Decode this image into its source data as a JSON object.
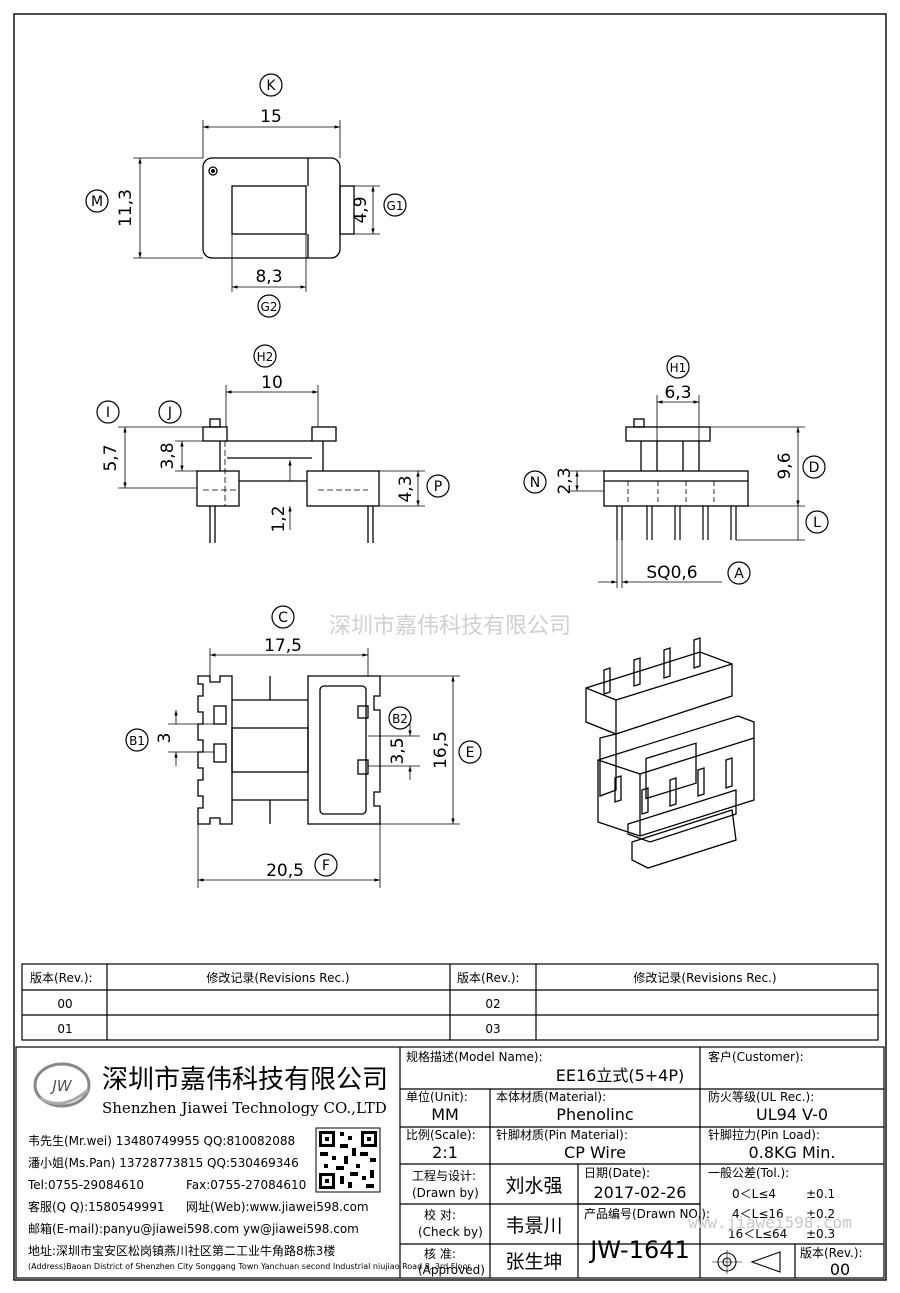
{
  "labels": {
    "K": "K",
    "M": "M",
    "G1": "G1",
    "G2": "G2",
    "H2": "H2",
    "H1": "H1",
    "I": "I",
    "J": "J",
    "P": "P",
    "N": "N",
    "D": "D",
    "L": "L",
    "A": "A",
    "C": "C",
    "B1": "B1",
    "B2": "B2",
    "E": "E",
    "F": "F"
  },
  "dims": {
    "k": "15",
    "m": "11,3",
    "g1": "4,9",
    "g2": "8,3",
    "h2": "10",
    "i": "5,7",
    "j": "3,8",
    "p": "4,3",
    "p2": "1,2",
    "h1": "6,3",
    "n": "2,3",
    "d": "9,6",
    "a": "SQ0,6",
    "c": "17,5",
    "b1": "3",
    "b2": "3,5",
    "e": "16,5",
    "f": "20,5"
  },
  "watermark": "深圳市嘉伟科技有限公司",
  "watermark2": "www.jiawei598.com",
  "revisions": {
    "rev_header": "版本(Rev.):",
    "rec_header": "修改记录(Revisions Rec.)",
    "rows": [
      "00",
      "01",
      "02",
      "03"
    ]
  },
  "company": {
    "logo": "JW",
    "name_cn": "深圳市嘉伟科技有限公司",
    "name_en": "Shenzhen Jiawei Technology CO.,LTD",
    "contact1": "韦先生(Mr.wei) 13480749955 QQ:810082088",
    "contact2": "潘小姐(Ms.Pan) 13728773815 QQ:530469346",
    "tel": "Tel:0755-29084610",
    "fax": "Fax:0755-27084610",
    "qq": "客服(Q Q):1580549991",
    "web": "网址(Web):www.jiawei598.com",
    "email": "邮箱(E-mail):panyu@jiawei598.com  yw@jiawei598.com",
    "address": "地址:深圳市宝安区松岗镇燕川社区第二工业牛角路8栋3楼",
    "address_en": "(Address)Baoan District of Shenzhen City Songgang Town Yanchuan  second Industrial niujiao Road 8, 3rd Floor"
  },
  "spec": {
    "model_label": "规格描述(Model Name):",
    "model": "EE16立式(5+4P)",
    "customer_label": "客户(Customer):",
    "unit_label": "单位(Unit):",
    "unit": "MM",
    "material_label": "本体材质(Material):",
    "material": "Phenolinc",
    "ul_label": "防火等级(UL Rec.):",
    "ul": "UL94 V-0",
    "scale_label": "比例(Scale):",
    "scale": "2:1",
    "pin_label": "针脚材质(Pin Material):",
    "pin": "CP Wire",
    "load_label": "针脚拉力(Pin Load):",
    "load": "0.8KG Min.",
    "drawn_label": "工程与设计:",
    "drawn_sub": "(Drawn by)",
    "drawn": "刘水强",
    "date_label": "日期(Date):",
    "date": "2017-02-26",
    "tol_label": "一般公差(Tol.):",
    "tol1a": "0＜L≤4",
    "tol1b": "±0.1",
    "tol2a": "4＜L≤16",
    "tol2b": "±0.2",
    "tol3a": "16＜L≤64",
    "tol3b": "±0.3",
    "check_label": "校  对:",
    "check_sub": "(Check by)",
    "check": "韦景川",
    "drawno_label": "产品编号(Drawn NO.):",
    "drawno": "JW-1641",
    "approve_label": "核  准:",
    "approve_sub": "(Approved)",
    "approve": "张生坤",
    "rev_label": "版本(Rev.):",
    "rev": "00"
  }
}
